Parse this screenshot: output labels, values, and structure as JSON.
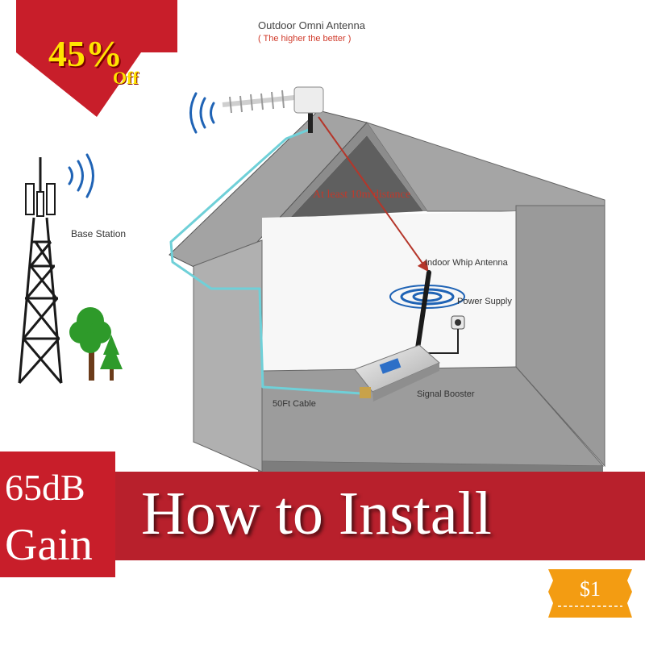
{
  "labels": {
    "outdoor_antenna": "Outdoor Omni Antenna",
    "outdoor_antenna_note": "( The higher the better )",
    "distance": "At least 10m distance",
    "base_station": "Base Station",
    "indoor_antenna": "Indoor Whip Antenna",
    "power_supply": "Power Supply",
    "signal_booster": "Signal Booster",
    "cable": "50Ft Cable"
  },
  "promo": {
    "discount_value": "45%",
    "discount_suffix": "Off",
    "gain_line1": "65dB",
    "gain_line2": "Gain",
    "banner_text": "How to Install",
    "price": "$1"
  },
  "colors": {
    "promo_red": "#c81e2a",
    "banner_red": "#b8202c",
    "discount_yellow": "#ffe400",
    "price_orange": "#f39c12",
    "cable_cyan": "#6fd0d8",
    "distance_arrow": "#b5362a",
    "signal_blue": "#1f63b5",
    "tree_green": "#2e9a2a",
    "house_gray": "#9b9b9b"
  }
}
